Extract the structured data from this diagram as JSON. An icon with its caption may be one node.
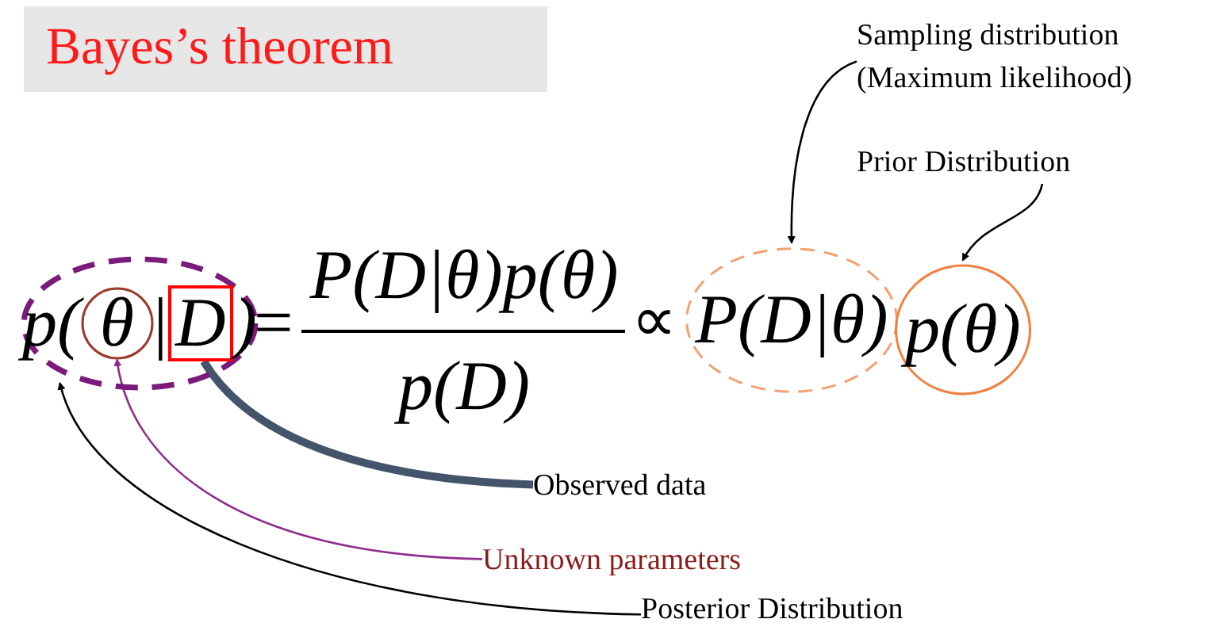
{
  "diagram": {
    "title": "Bayes’s theorem",
    "nodes": [
      {
        "text": [
          "p(",
          "|",
          ")"
        ]
      },
      {
        "text": [
          "θ"
        ],
        "in": 0
      },
      {
        "text": [
          "D"
        ],
        "in": 0
      },
      {
        "text": [
          "P(D|θ)"
        ]
      },
      {
        "text": [
          "p(θ)"
        ]
      },
      {
        "text": [
          "Sampling distribution (Maximum likelihood)"
        ]
      },
      {
        "text": [
          "Prior Distribution"
        ]
      },
      {
        "text": [
          "Observed data"
        ]
      },
      {
        "text": [
          "Unknown parameters"
        ]
      },
      {
        "text": [
          "Posterior Distribution"
        ]
      }
    ],
    "edges": [
      {
        "from": 5,
        "to": 3,
        "arrow": "to"
      },
      {
        "from": 6,
        "to": 4,
        "arrow": "to"
      },
      {
        "from": 7,
        "to": 2,
        "arrow": "to",
        "style": "thick",
        "color": "#44546a"
      },
      {
        "from": 8,
        "to": 1,
        "arrow": "to",
        "color": "#8e2c8e"
      },
      {
        "from": 9,
        "to": 0,
        "arrow": "to"
      }
    ],
    "labels": [
      "=",
      "P(D|θ)p(θ)",
      "p(D)",
      "∝"
    ]
  }
}
